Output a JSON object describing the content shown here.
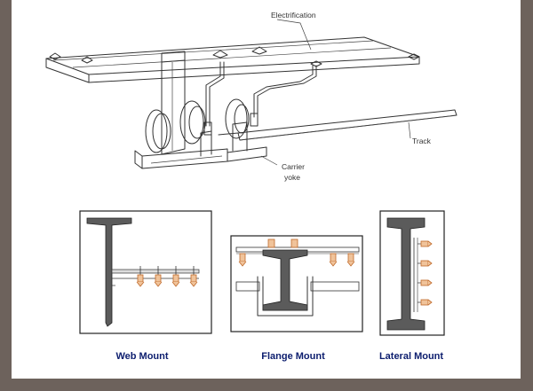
{
  "labels": {
    "electrification": "Electrification",
    "track": "Track",
    "carrier_line1": "Carrier",
    "carrier_line2": "yoke"
  },
  "captions": {
    "web": "Web Mount",
    "flange": "Flange Mount",
    "lateral": "Lateral Mount"
  },
  "colors": {
    "background": "#6d625c",
    "caption": "#0c1d6e",
    "collector": "#f0c39a"
  }
}
